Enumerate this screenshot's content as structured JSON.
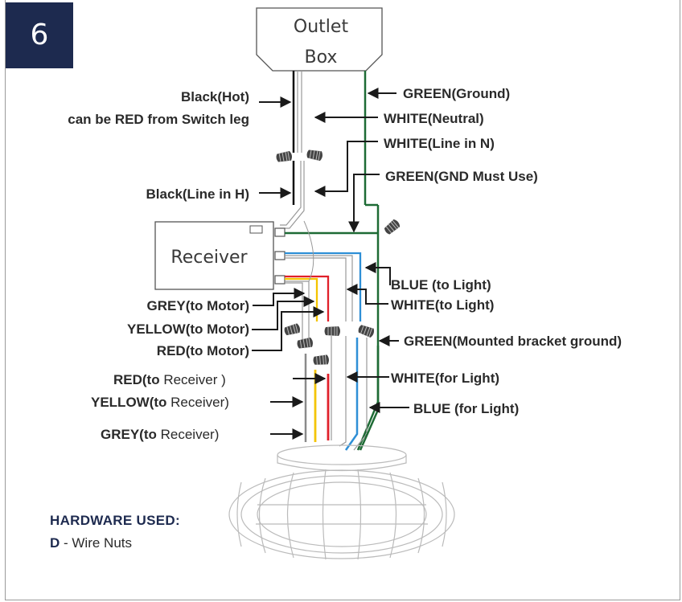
{
  "step_number": "6",
  "outlet_box": {
    "line1": "Outlet",
    "line2": "Box"
  },
  "receiver_label": "Receiver",
  "labels": {
    "black_hot": "Black(Hot)",
    "red_switch": "can be RED from Switch leg",
    "green_ground": "GREEN(Ground)",
    "white_neutral": "WHITE(Neutral)",
    "white_line_n": "WHITE(Line in N)",
    "green_gnd_must": "GREEN(GND Must Use)",
    "black_line_h": "Black(Line in H)",
    "blue_to_light": "BLUE (to Light)",
    "white_to_light": "WHITE(to Light)",
    "grey_to_motor": "GREY(to Motor)",
    "yellow_to_motor": "YELLOW(to Motor)",
    "red_to_motor": "RED(to Motor)",
    "green_bracket": "GREEN(Mounted bracket ground)",
    "red_to_receiver_a": "RED(to ",
    "red_to_receiver_b": "Receiver )",
    "white_for_light": "WHITE(for Light)",
    "yellow_to_receiver_a": "YELLOW(to ",
    "yellow_to_receiver_b": "Receiver)",
    "blue_for_light": "BLUE (for Light)",
    "grey_to_receiver_a": "GREY(to ",
    "grey_to_receiver_b": "Receiver)"
  },
  "hardware": {
    "title": "HARDWARE USED:",
    "item_code": "D",
    "item_text": " - Wire Nuts"
  },
  "colors": {
    "navy": "#1d2a4f",
    "green_wire": "#1e6b35",
    "red_wire": "#e0202a",
    "yellow_wire": "#f4c400",
    "blue_wire": "#2e8fd6",
    "grey_wire": "#8a8a8a"
  }
}
